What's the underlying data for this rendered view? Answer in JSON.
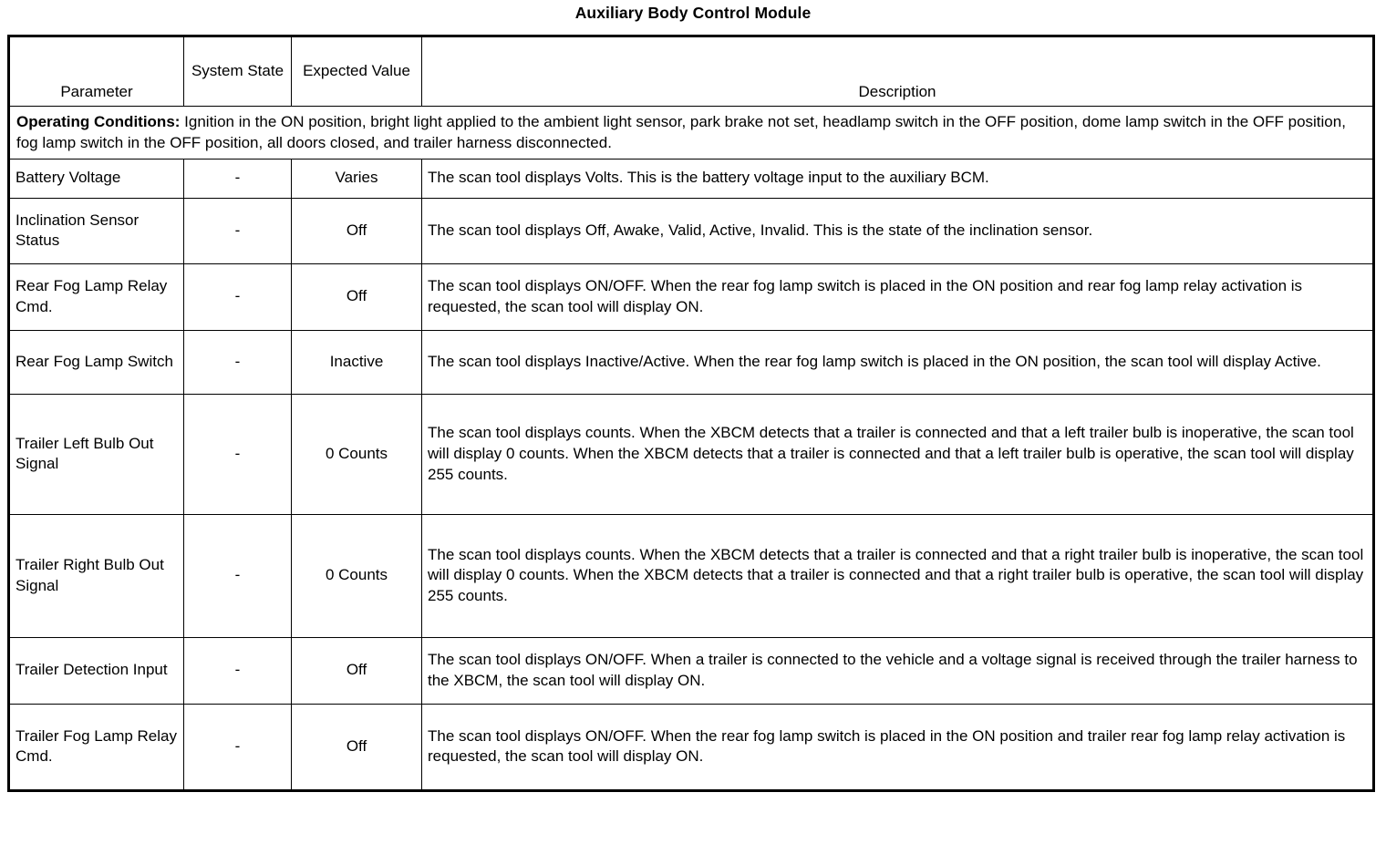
{
  "document": {
    "title": "Auxiliary Body Control Module"
  },
  "table": {
    "headers": {
      "parameter": "Parameter",
      "system_state": "System State",
      "expected_value": "Expected Value",
      "description": "Description"
    },
    "operating_conditions": {
      "label": "Operating Conditions:",
      "text": " Ignition in the ON position, bright light applied to the ambient light sensor, park brake not set, headlamp switch in the OFF position, dome lamp switch in the OFF position, fog lamp switch in the OFF position, all doors closed, and trailer harness disconnected."
    },
    "rows": [
      {
        "parameter": "Battery Voltage",
        "system_state": "-",
        "expected_value": "Varies",
        "description": "The scan tool displays Volts. This is the battery voltage input to the auxiliary BCM."
      },
      {
        "parameter": "Inclination Sensor Status",
        "system_state": "-",
        "expected_value": "Off",
        "description": "The scan tool displays Off, Awake, Valid, Active, Invalid. This is the state of the inclination sensor."
      },
      {
        "parameter": "Rear Fog Lamp Relay Cmd.",
        "system_state": "-",
        "expected_value": "Off",
        "description": "The scan tool displays ON/OFF. When the rear fog lamp switch is placed in the ON position and rear fog lamp relay activation is requested, the scan tool will display ON."
      },
      {
        "parameter": "Rear Fog Lamp Switch",
        "system_state": "-",
        "expected_value": "Inactive",
        "description": "The scan tool displays Inactive/Active. When the rear fog lamp switch is placed in the ON position, the scan tool will display Active."
      },
      {
        "parameter": "Trailer Left Bulb Out Signal",
        "system_state": "-",
        "expected_value": "0 Counts",
        "description": "The scan tool displays counts. When the XBCM detects that a trailer is connected and that a left trailer bulb is inoperative, the scan tool will display 0 counts. When the XBCM detects that a trailer is connected and that a left trailer bulb is operative, the scan tool will display 255 counts."
      },
      {
        "parameter": "Trailer Right Bulb Out Signal",
        "system_state": "-",
        "expected_value": "0 Counts",
        "description": "The scan tool displays counts. When the XBCM detects that a trailer is connected and that a right trailer bulb is inoperative, the scan tool will display 0 counts. When the XBCM detects that a trailer is connected and that a right trailer bulb is operative, the scan tool will display 255 counts."
      },
      {
        "parameter": "Trailer Detection Input",
        "system_state": "-",
        "expected_value": "Off",
        "description": "The scan tool displays ON/OFF. When a trailer is connected to the vehicle and a voltage signal is received through the trailer harness to the XBCM, the scan tool will display ON."
      },
      {
        "parameter": "Trailer Fog Lamp Relay Cmd.",
        "system_state": "-",
        "expected_value": "Off",
        "description": "The scan tool displays ON/OFF. When the rear fog lamp switch is placed in the ON position and trailer rear fog lamp relay activation is requested, the scan tool will display ON."
      }
    ]
  }
}
